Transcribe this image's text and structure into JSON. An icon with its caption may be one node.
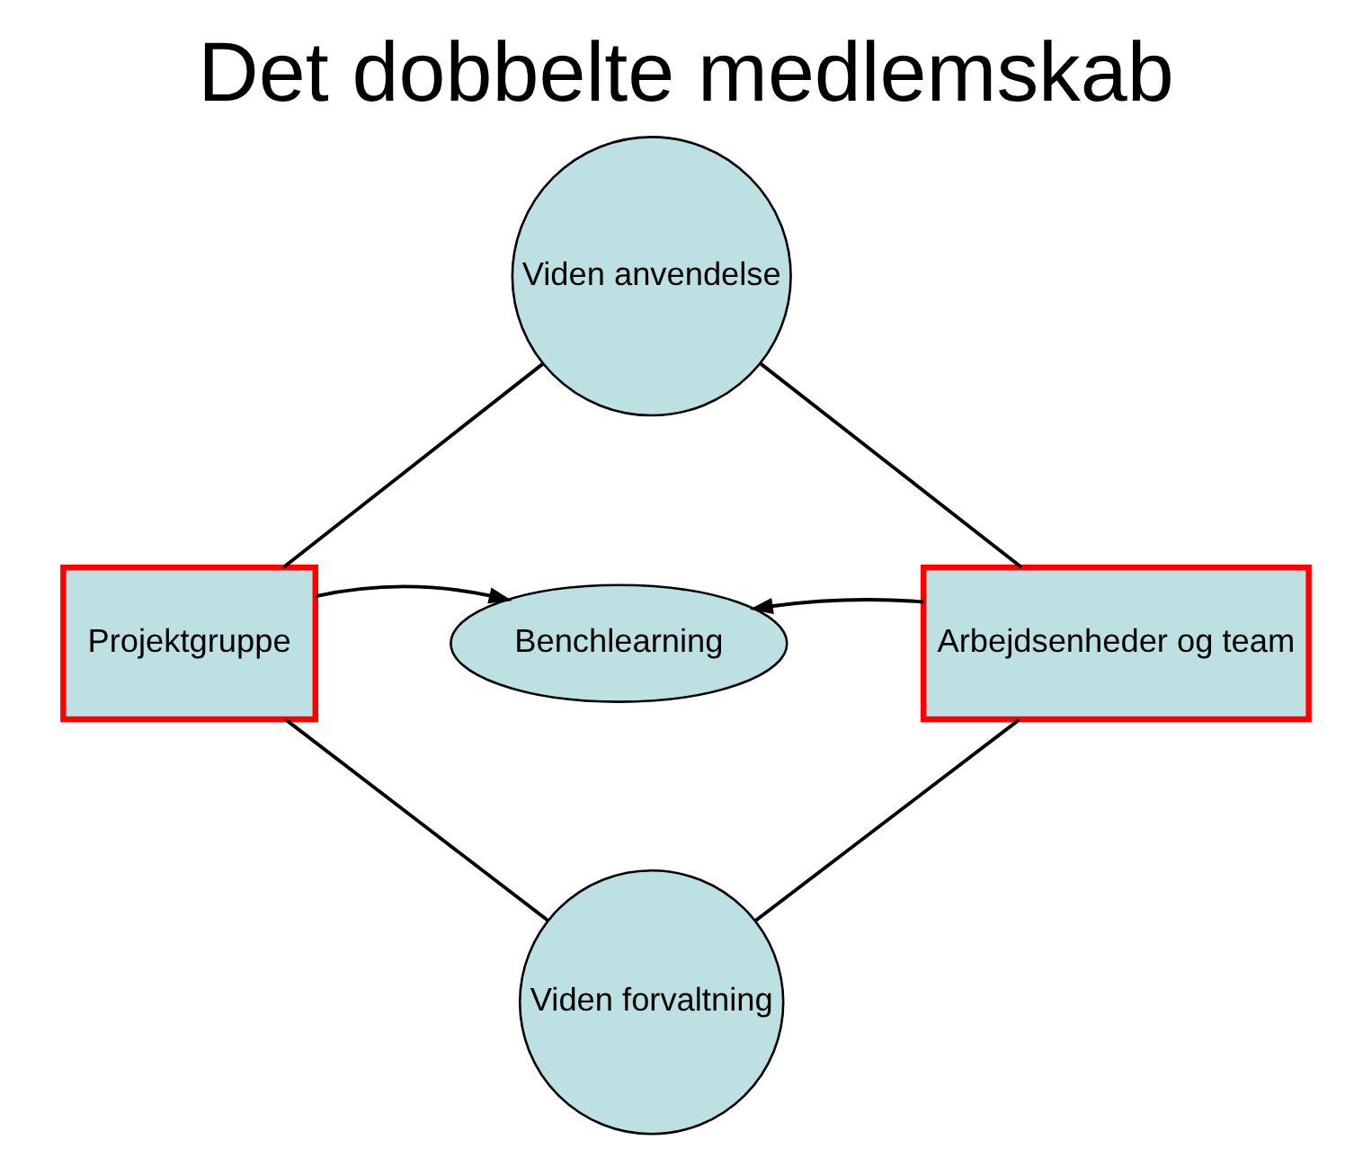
{
  "diagram": {
    "title": "Det dobbelte medlemskab",
    "nodes": [
      {
        "text": [
          "Viden anvendelse"
        ]
      },
      {
        "text": [
          "Projektgruppe"
        ]
      },
      {
        "text": [
          "Benchlearning"
        ]
      },
      {
        "text": [
          "Arbejdsenheder og team"
        ]
      },
      {
        "text": [
          "Viden forvaltning"
        ]
      }
    ],
    "edges": [
      {
        "from": 0,
        "to": 1,
        "arrow": "none"
      },
      {
        "from": 0,
        "to": 3,
        "arrow": "none"
      },
      {
        "from": 1,
        "to": 4,
        "arrow": "none"
      },
      {
        "from": 3,
        "to": 4,
        "arrow": "none"
      },
      {
        "from": 1,
        "to": 2,
        "arrow": "to"
      },
      {
        "from": 3,
        "to": 2,
        "arrow": "to"
      }
    ]
  }
}
